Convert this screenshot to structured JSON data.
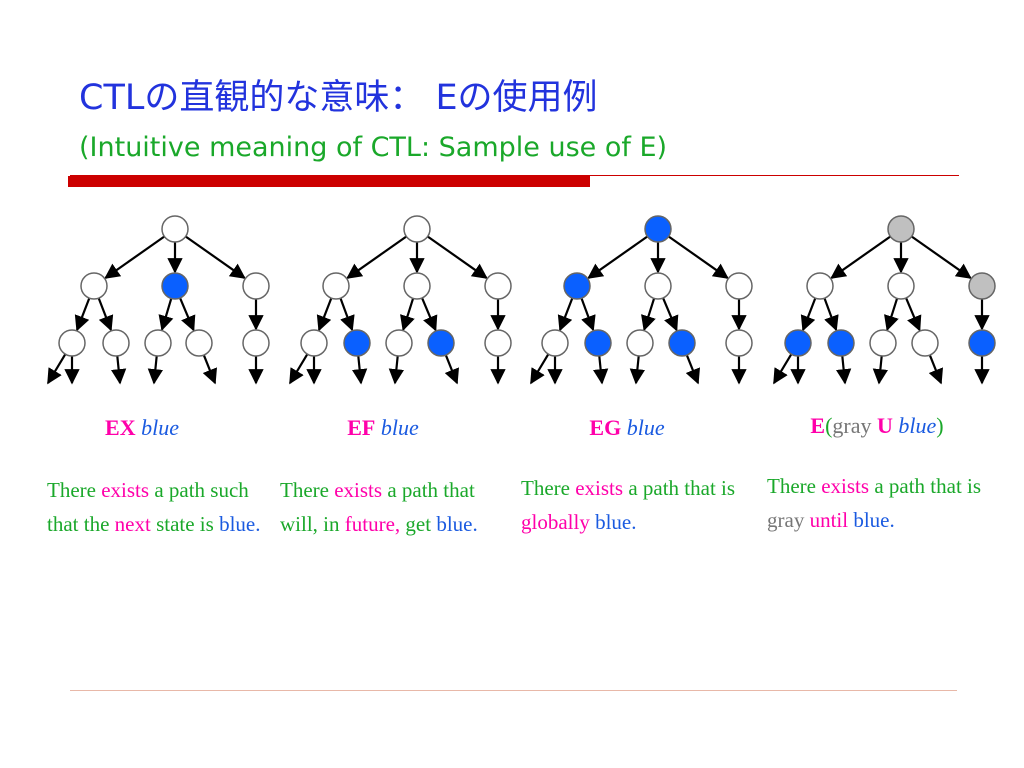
{
  "title": {
    "main": "CTLの直観的な意味： Eの使用例",
    "subtitle": "(Intuitive meaning of CTL: Sample use of E)"
  },
  "colors": {
    "title": "#2233dd",
    "subtitle": "#1aa82a",
    "rule": "#cc0000",
    "node_white": "#ffffff",
    "node_blue": "#0a60ff",
    "node_gray": "#c0c0c0",
    "highlight": "#ff00aa",
    "blue_text": "#1a5ae0",
    "gray_text": "#777777"
  },
  "diagrams": [
    {
      "label": {
        "op": "EX",
        "arg": "blue"
      },
      "desc": {
        "p1": "There ",
        "p2": "exists",
        "p3": " a path such that the ",
        "p4": "next",
        "p5": " state is ",
        "p6": "blue."
      },
      "nodes": {
        "root": "white",
        "mid": [
          "white",
          "blue",
          "white"
        ],
        "leaf": [
          "white",
          "white",
          "white",
          "white",
          "white"
        ]
      }
    },
    {
      "label": {
        "op": "EF",
        "arg": "blue"
      },
      "desc": {
        "p1": "There ",
        "p2": "exists",
        "p3": " a path that will, in ",
        "p4": "future,",
        "p5": " get ",
        "p6": "blue."
      },
      "nodes": {
        "root": "white",
        "mid": [
          "white",
          "white",
          "white"
        ],
        "leaf": [
          "white",
          "blue",
          "white",
          "blue",
          "white"
        ]
      }
    },
    {
      "label": {
        "op": "EG",
        "arg": "blue"
      },
      "desc": {
        "p1": "There ",
        "p2": "exists",
        "p3": " a path that is ",
        "p4": "globally",
        "p5": " ",
        "p6": "blue."
      },
      "nodes": {
        "root": "blue",
        "mid": [
          "blue",
          "white",
          "white"
        ],
        "leaf": [
          "white",
          "blue",
          "white",
          "blue",
          "white"
        ]
      }
    },
    {
      "label": {
        "op": "E",
        "open": "(",
        "gray": "gray",
        "u": "U",
        "arg": "blue",
        "close": ")"
      },
      "desc": {
        "p1": "There ",
        "p2": "exists",
        "p3": " a path that is ",
        "p3b": "gray",
        "p4": " until",
        "p5": " ",
        "p6": "blue."
      },
      "nodes": {
        "root": "gray",
        "mid": [
          "white",
          "white",
          "gray"
        ],
        "leaf": [
          "blue",
          "blue",
          "white",
          "white",
          "blue"
        ]
      }
    }
  ]
}
